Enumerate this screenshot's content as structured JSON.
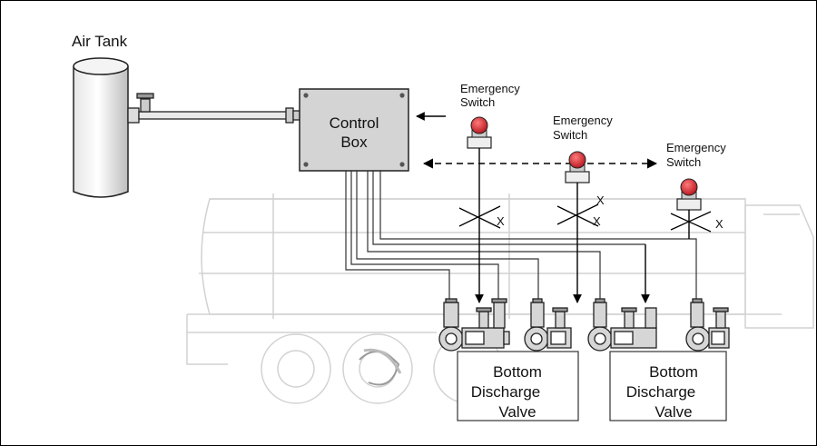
{
  "labels": {
    "air_tank": "Air Tank",
    "control_box_line1": "Control",
    "control_box_line2": "Box",
    "emergency_switch_line1": "Emergency",
    "emergency_switch_line2": "Switch",
    "cut_mark": "X",
    "valve_line1": "Bottom",
    "valve_line2": "Discharge",
    "valve_line3": "Valve"
  },
  "colors": {
    "switch_red": "#d8202a",
    "outline": "#222222",
    "tanker_ghost": "#cfcfcf",
    "pipe": "#444444"
  }
}
